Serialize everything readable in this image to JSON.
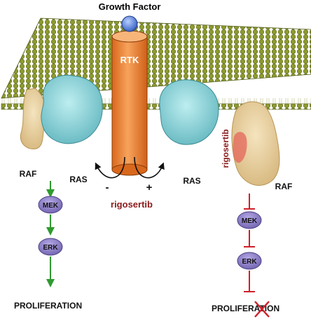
{
  "labels": {
    "growth_factor": "Growth Factor",
    "rtk": "RTK",
    "raf": "RAF",
    "ras": "RAS",
    "mek": "MEK",
    "erk": "ERK",
    "proliferation": "PROLIFERATION",
    "rigosertib": "rigosertib",
    "minus": "-",
    "plus": "+"
  },
  "colors": {
    "membrane_head": "#8e9a30",
    "rtk": "#f08a35",
    "ras": "#86d0d6",
    "raf": "#e8cf9d",
    "node": "#8d7fc4",
    "green_arrow": "#2f9a2f",
    "red_inhibit": "#d0202a",
    "rigosertib_text": "#8b1a1a",
    "growth_factor_ball": "#4a74d0"
  },
  "pathways": [
    {
      "name": "left",
      "steps": [
        "RAF",
        "MEK",
        "ERK",
        "PROLIFERATION"
      ],
      "edge": "activation"
    },
    {
      "name": "right",
      "steps": [
        "RAF",
        "MEK",
        "ERK",
        "PROLIFERATION"
      ],
      "edge": "inhibition"
    }
  ]
}
